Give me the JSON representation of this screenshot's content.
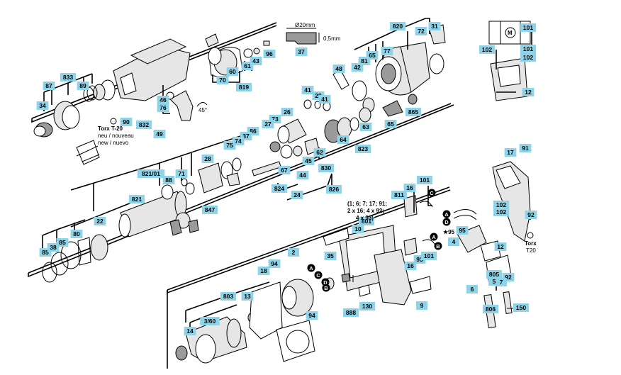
{
  "callouts": [
    "833",
    "87",
    "89",
    "34",
    "90",
    "46",
    "76",
    "832",
    "49",
    "60",
    "70",
    "819",
    "61",
    "43",
    "96",
    "37",
    "48",
    "42",
    "81",
    "65",
    "77",
    "820",
    "72",
    "31",
    "41",
    "29",
    "41",
    "26",
    "73",
    "27",
    "86",
    "37",
    "74",
    "75",
    "28",
    "71",
    "88",
    "821/01",
    "821",
    "62",
    "45",
    "67",
    "44",
    "830",
    "824",
    "24",
    "826",
    "64",
    "63",
    "823",
    "65",
    "865",
    "101",
    "101",
    "102",
    "102",
    "12",
    "17",
    "91",
    "92",
    "16",
    "101",
    "811",
    "102",
    "102",
    "95",
    "4",
    "12",
    "10",
    "801",
    "35",
    "2",
    "94",
    "18",
    "803",
    "13",
    "3/60",
    "14",
    "94",
    "888",
    "130",
    "9",
    "16",
    "93",
    "101",
    "805",
    "5",
    "6",
    "92",
    "7",
    "806",
    "150",
    "85",
    "38",
    "85",
    "80",
    "22",
    "847"
  ],
  "letter_markers": [
    "C",
    "D",
    "A",
    "A",
    "D",
    "C",
    "B",
    "A",
    "B"
  ],
  "texts": {
    "torx_left": "Torx T-20",
    "torx_left_line2": "neu / nouveau",
    "torx_left_line3": "new / nuevo",
    "torx_right_1": "Torx",
    "torx_right_2": "T20",
    "dim_20mm": "Ø20mm",
    "dim_05mm": "0,5mm",
    "angle": "45°",
    "grease_note_1": "(1; 6; 7; 17; 91;",
    "grease_note_2": "2 x 16; 4 x 92;",
    "grease_note_3": "4 x 93)",
    "motor_m": "M",
    "star_95": "★95"
  }
}
